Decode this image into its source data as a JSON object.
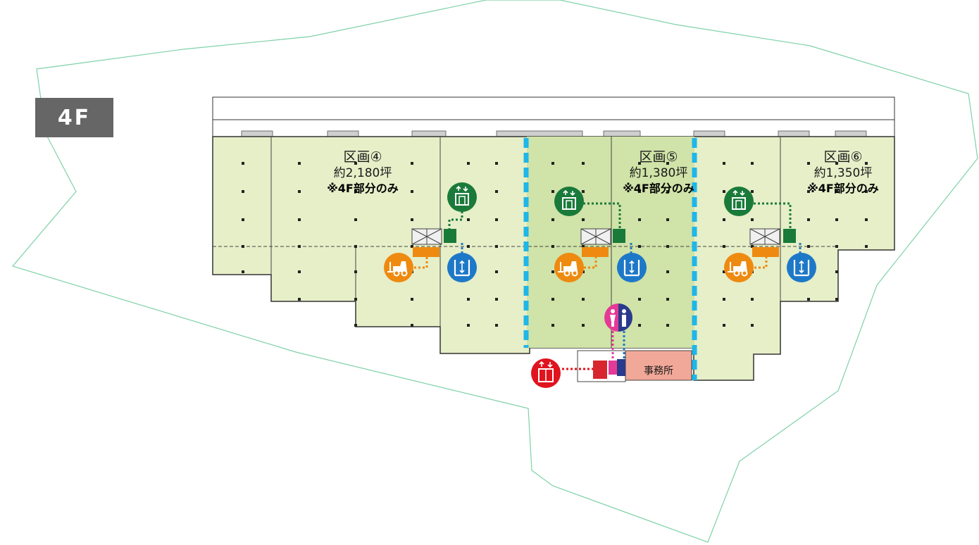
{
  "floor": {
    "label": "4F"
  },
  "zones": [
    {
      "name": "区画④",
      "area": "約2,180坪",
      "note": "※4F部分のみ"
    },
    {
      "name": "区画⑤",
      "area": "約1,380坪",
      "note": "※4F部分のみ"
    },
    {
      "name": "区画⑥",
      "area": "約1,350坪",
      "note": "※4F部分のみ"
    }
  ],
  "office": {
    "label": "事務所"
  },
  "legend_icons": {
    "freight_elevator": "freight-elevator-icon",
    "vertical_lift": "vertical-lift-icon",
    "forklift": "forklift-icon",
    "passenger_elevator": "passenger-elevator-icon",
    "restroom": "restroom-icon"
  },
  "colors": {
    "site_outline": "#7fd1a8",
    "warehouse_fill": "#e6efc8",
    "zone5_fill": "#d0e3a8",
    "divider": "#1fb6e8",
    "freight_elevator": "#1a7a3a",
    "vertical_lift": "#1e78c8",
    "forklift": "#ee8a10",
    "passenger_elevator": "#e0141e",
    "restroom_female": "#e43a96",
    "restroom_male": "#2a3a8c",
    "office": "#f2a898",
    "floor_badge": "#666666"
  }
}
